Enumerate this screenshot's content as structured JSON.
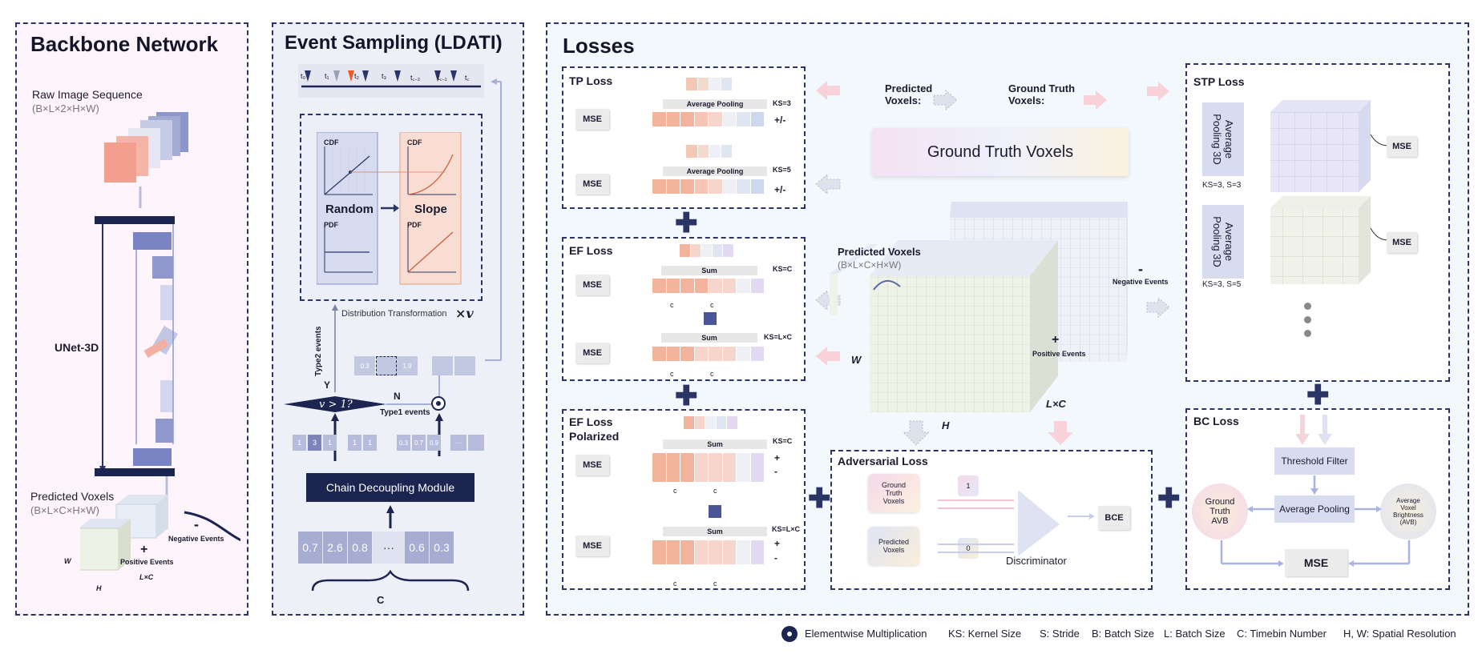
{
  "backbone": {
    "title": "Backbone Network",
    "raw_label": "Raw Image Sequence",
    "raw_shape": "(B×L×2×H×W)",
    "unet_label": "UNet-3D",
    "pred_label": "Predicted Voxels",
    "pred_shape": "(B×L×C×H×W)",
    "neg": "Negative Events",
    "pos": "Positive Events",
    "w": "W",
    "h": "H",
    "lc": "L×C",
    "minus": "-",
    "plus": "+"
  },
  "sampling": {
    "title": "Event Sampling (LDATI)",
    "ticks": [
      "t₀",
      "t₁",
      "t₂",
      "t₃",
      "t꜀₋₂",
      "t꜀₋₁",
      "t꜀"
    ],
    "cdf": "CDF",
    "pdf": "PDF",
    "random": "Random",
    "slope": "Slope",
    "dist_transform": "Distribution Transformation",
    "xv": "×v",
    "type2": "Type2 events",
    "type1": "Type1 events",
    "y": "Y",
    "n": "N",
    "decision": "v > 1?",
    "chain": "Chain Decoupling Module",
    "cells_bottom": [
      "0.7",
      "2.6",
      "0.8",
      "···",
      "0.6",
      "0.3"
    ],
    "cells_mid_left": [
      "1",
      "3",
      "1",
      "1",
      "1"
    ],
    "cells_mid_right": [
      "0.3",
      "0.7",
      "0.9",
      "···"
    ],
    "cells_top": [
      "0.3",
      "1.9"
    ],
    "c": "C"
  },
  "losses": {
    "title": "Losses",
    "tp": {
      "title": "TP Loss",
      "pool": "Average Pooling",
      "ks1": "KS=3",
      "ks2": "KS=5",
      "pm": "+/-",
      "mse": "MSE"
    },
    "ef": {
      "title": "EF Loss",
      "sum": "Sum",
      "ks1": "KS=C",
      "ks2": "KS=L×C",
      "c": "c",
      "mse": "MSE"
    },
    "efp": {
      "title1": "EF Loss",
      "title2": "Polarized",
      "sum": "Sum",
      "ks1": "KS=C",
      "ks2": "KS=L×C",
      "plus": "+",
      "minus": "-",
      "c": "c",
      "mse": "MSE"
    },
    "legend_pred": "Predicted\nVoxels:",
    "legend_gt": "Ground Truth\nVoxels:",
    "gt_box": "Ground Truth Voxels",
    "pred_voxels": "Predicted Voxels",
    "pred_shape": "(B×L×C×H×W)",
    "neg": "Negative Events",
    "pos": "Positive Events",
    "w": "W",
    "h": "H",
    "lc": "L×C",
    "minus": "-",
    "plus": "+",
    "stp": {
      "title": "STP Loss",
      "pool": "Average\nPooling 3D",
      "ks1": "KS=3, S=3",
      "ks2": "KS=3, S=5",
      "mse": "MSE"
    },
    "adv": {
      "title": "Adversarial Loss",
      "gt": "Ground\nTruth\nVoxels",
      "pred": "Predicted\nVoxels",
      "one": "1",
      "zero": "0",
      "disc": "Discriminator",
      "bce": "BCE"
    },
    "bc": {
      "title": "BC Loss",
      "threshold": "Threshold Filter",
      "pool": "Average Pooling",
      "gt_avb": "Ground\nTruth\nAVB",
      "avb": "Average\nVoxel\nBrightness\n(AVB)",
      "mse": "MSE"
    }
  },
  "legend": {
    "elementwise": "Elementwise Multiplication",
    "ks": "KS: Kernel Size",
    "s": "S: Stride",
    "b": "B: Batch Size",
    "l": "L: Batch Size",
    "c": "C: Timebin Number",
    "hw": "H, W: Spatial Resolution"
  }
}
